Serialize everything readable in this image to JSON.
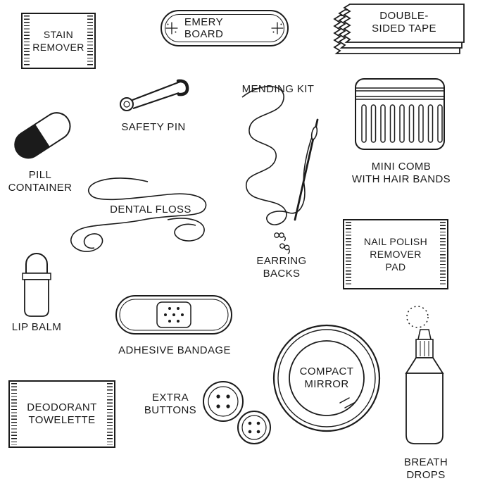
{
  "palette": {
    "ink": "#1b1b1b",
    "bg": "#ffffff"
  },
  "items": {
    "stain_remover": {
      "label": "STAIN\nREMOVER"
    },
    "emery_board": {
      "label": "EMERY BOARD"
    },
    "double_sided_tape": {
      "label": "DOUBLE-\nSIDED TAPE"
    },
    "safety_pin": {
      "label": "SAFETY PIN"
    },
    "mending_kit": {
      "label": "MENDING KIT"
    },
    "mini_comb": {
      "label": "MINI COMB\nWITH HAIR BANDS"
    },
    "pill_container": {
      "label": "PILL\nCONTAINER"
    },
    "dental_floss": {
      "label": "DENTAL FLOSS"
    },
    "earring_backs": {
      "label": "EARRING\nBACKS"
    },
    "nail_polish_pad": {
      "label": "NAIL POLISH\nREMOVER\nPAD"
    },
    "lip_balm": {
      "label": "LIP BALM"
    },
    "adhesive_bandage": {
      "label": "ADHESIVE BANDAGE"
    },
    "compact_mirror": {
      "label": "COMPACT\nMIRROR"
    },
    "breath_drops": {
      "label": "BREATH\nDROPS"
    },
    "deodorant_towelette": {
      "label": "DEODORANT\nTOWELETTE"
    },
    "extra_buttons": {
      "label": "EXTRA\nBUTTONS"
    }
  }
}
